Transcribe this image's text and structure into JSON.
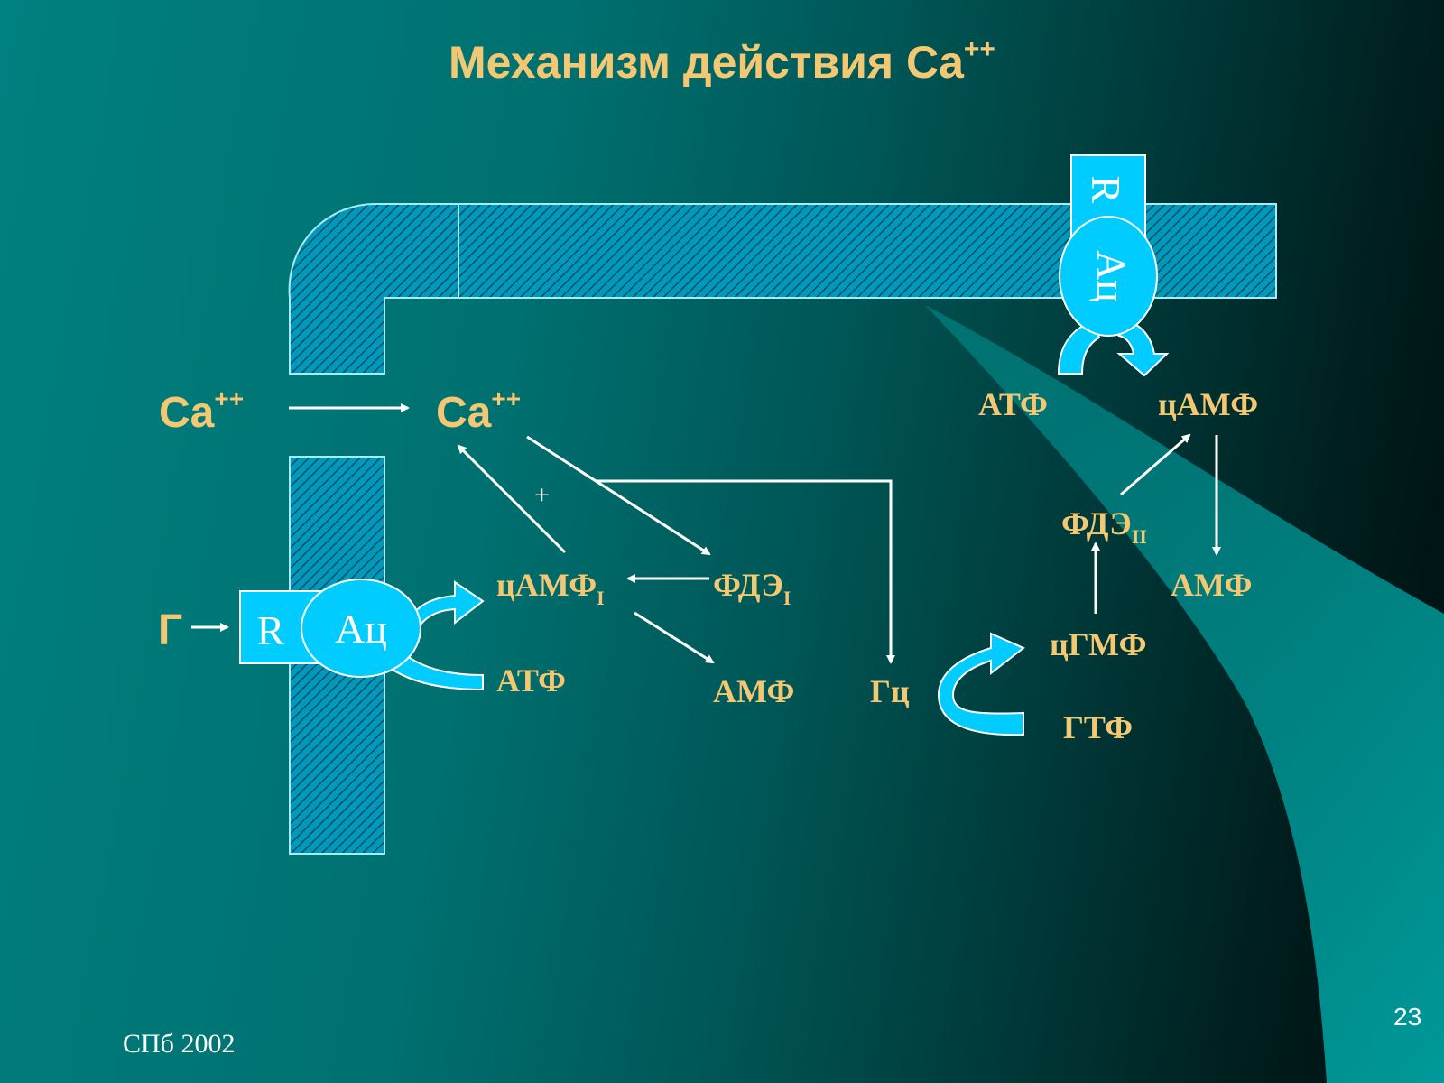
{
  "title": {
    "main": "Механизм действия Ca",
    "sup": "++"
  },
  "ca_outside": {
    "text": "Ca",
    "sup": "++"
  },
  "ca_inside": {
    "text": "Ca",
    "sup": "++"
  },
  "hormone": "Г",
  "receptor_left": "R",
  "ac_left": "Aц",
  "receptor_top": "R",
  "ac_top": "Aц",
  "camp_1": {
    "text": "цАМФ",
    "sub": "I"
  },
  "pde_1": {
    "text": "ФДЭ",
    "sub": "I"
  },
  "atp_left": "АТФ",
  "amp_left": "АМФ",
  "plus_sign": "+",
  "gc": "Гц",
  "cgmp": "цГМФ",
  "gtp": "ГТФ",
  "pde_2": {
    "text": "ФДЭ",
    "sub": "II"
  },
  "atp_right": "АТФ",
  "camp_right": "цАМФ",
  "amp_right": "АМФ",
  "footer": "СПб 2002",
  "page_number": "23",
  "colors": {
    "label_gold": "#f4c872",
    "membrane_fill": "#00aacc",
    "enzyme_cyan": "#00ccff",
    "arrow_white": "#ffffff"
  }
}
